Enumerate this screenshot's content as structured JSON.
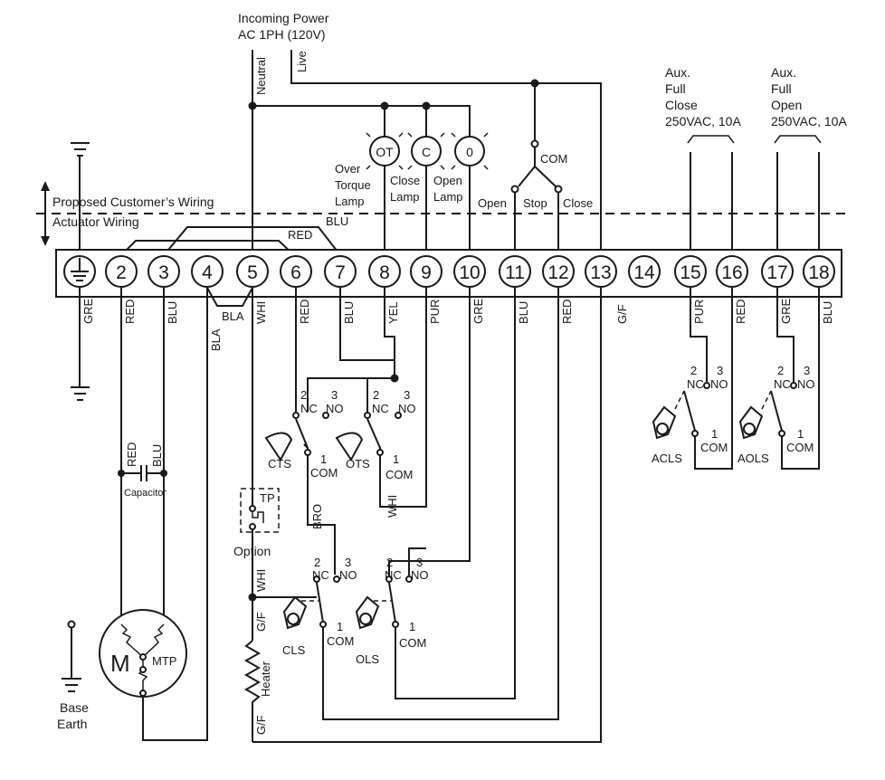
{
  "incoming_power": {
    "line1": "Incoming Power",
    "line2": "AC 1PH (120V)",
    "neutral": "Neutral",
    "live": "Live"
  },
  "aux_close": {
    "line1": "Aux.",
    "line2": "Full",
    "line3": "Close",
    "line4": "250VAC, 10A"
  },
  "aux_open": {
    "line1": "Aux.",
    "line2": "Full",
    "line3": "Open",
    "line4": "250VAC, 10A"
  },
  "boundary": {
    "customer": "Proposed Customer’s Wiring",
    "actuator": "Actuator Wiring"
  },
  "lamps": {
    "ot_symbol": "OT",
    "c_symbol": "C",
    "o_symbol": "0",
    "ot_label": [
      "Over",
      "Torque",
      "Lamp"
    ],
    "c_label": [
      "Close",
      "Lamp"
    ],
    "o_label": [
      "Open",
      "Lamp"
    ]
  },
  "switches": {
    "com": "COM",
    "open": "Open",
    "stop": "Stop",
    "close": "Close"
  },
  "terminals": [
    "2",
    "3",
    "4",
    "5",
    "6",
    "7",
    "8",
    "9",
    "10",
    "11",
    "12",
    "13",
    "14",
    "15",
    "16",
    "17",
    "18"
  ],
  "top_wires": {
    "red": "RED",
    "blu": "BLU"
  },
  "wire_colors": {
    "t_earth": "GRE",
    "t2": "RED",
    "t3": "BLU",
    "t4_bla": "BLA",
    "t4_bla2": "BLA",
    "t5": "WHI",
    "t6": "RED",
    "t7": "BLU",
    "t8": "YEL",
    "t9": "PUR",
    "t10": "GRE",
    "t11": "BLU",
    "t12": "RED",
    "t13": "G/F",
    "t15": "PUR",
    "t16": "RED",
    "t17": "GRE",
    "t18": "BLU"
  },
  "contacts": {
    "nc": "NC",
    "no": "NO",
    "com": "COM",
    "n1": "1",
    "n2": "2",
    "n3": "3"
  },
  "devices": {
    "cts": "CTS",
    "ots": "OTS",
    "cls": "CLS",
    "ols": "OLS",
    "acls": "ACLS",
    "aols": "AOLS",
    "tp": "TP",
    "option": "Option",
    "capacitor": "Capacitor",
    "motor": "M",
    "mtp": "MTP",
    "heater": "Heater",
    "gf": "G/F",
    "gf2": "G/F",
    "whi": "WHI",
    "bro": "BRO",
    "whi2": "WHI",
    "cap_red": "RED",
    "cap_blu": "BLU",
    "base_earth": [
      "Base",
      "Earth"
    ]
  }
}
